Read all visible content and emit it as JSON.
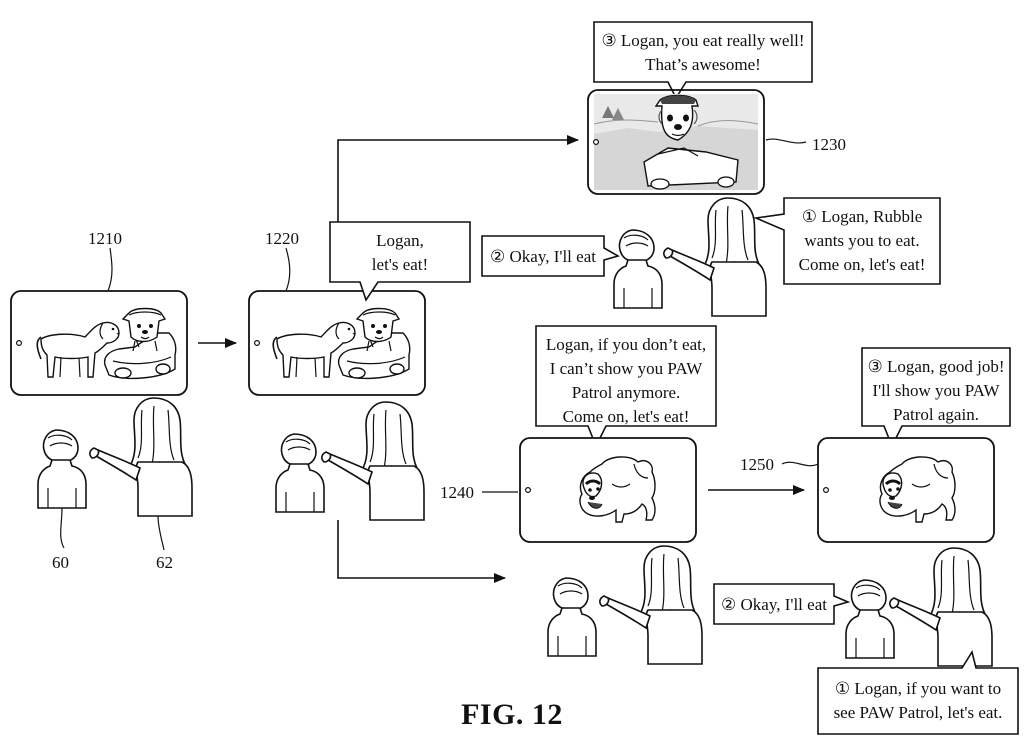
{
  "figure": {
    "caption": "FIG. 12",
    "colors": {
      "ink": "#111111",
      "paper": "#ffffff"
    }
  },
  "ref_labels": {
    "r1210": "1210",
    "r1220": "1220",
    "r1230": "1230",
    "r1240": "1240",
    "r1250": "1250",
    "r60": "60",
    "r62": "62"
  },
  "bubbles": {
    "b1220": [
      "Logan,",
      "let's eat!"
    ],
    "b1230": [
      "③ Logan, you eat really well!",
      "That’s awesome!"
    ],
    "b_mom_upper": [
      "① Logan, Rubble",
      "wants you to eat.",
      "Come on, let's eat!"
    ],
    "b_child_upper": [
      "② Okay, I'll eat"
    ],
    "b1240": [
      "Logan, if you don’t eat,",
      "I can’t show you PAW",
      "Patrol anymore.",
      "Come on, let's eat!"
    ],
    "b1250": [
      "③ Logan, good job!",
      "I'll show you PAW",
      "Patrol again."
    ],
    "b_child_lower": [
      "② Okay, I'll eat"
    ],
    "b_mom_lower": [
      "① Logan, if you want to",
      "see PAW Patrol, let's eat."
    ]
  },
  "icons": {
    "devices": [
      "tablet-icon"
    ],
    "people": [
      "child-icon",
      "mother-icon"
    ],
    "characters": [
      "dog-character-icon",
      "toy-car-character-icon",
      "puppy-character-icon"
    ]
  }
}
